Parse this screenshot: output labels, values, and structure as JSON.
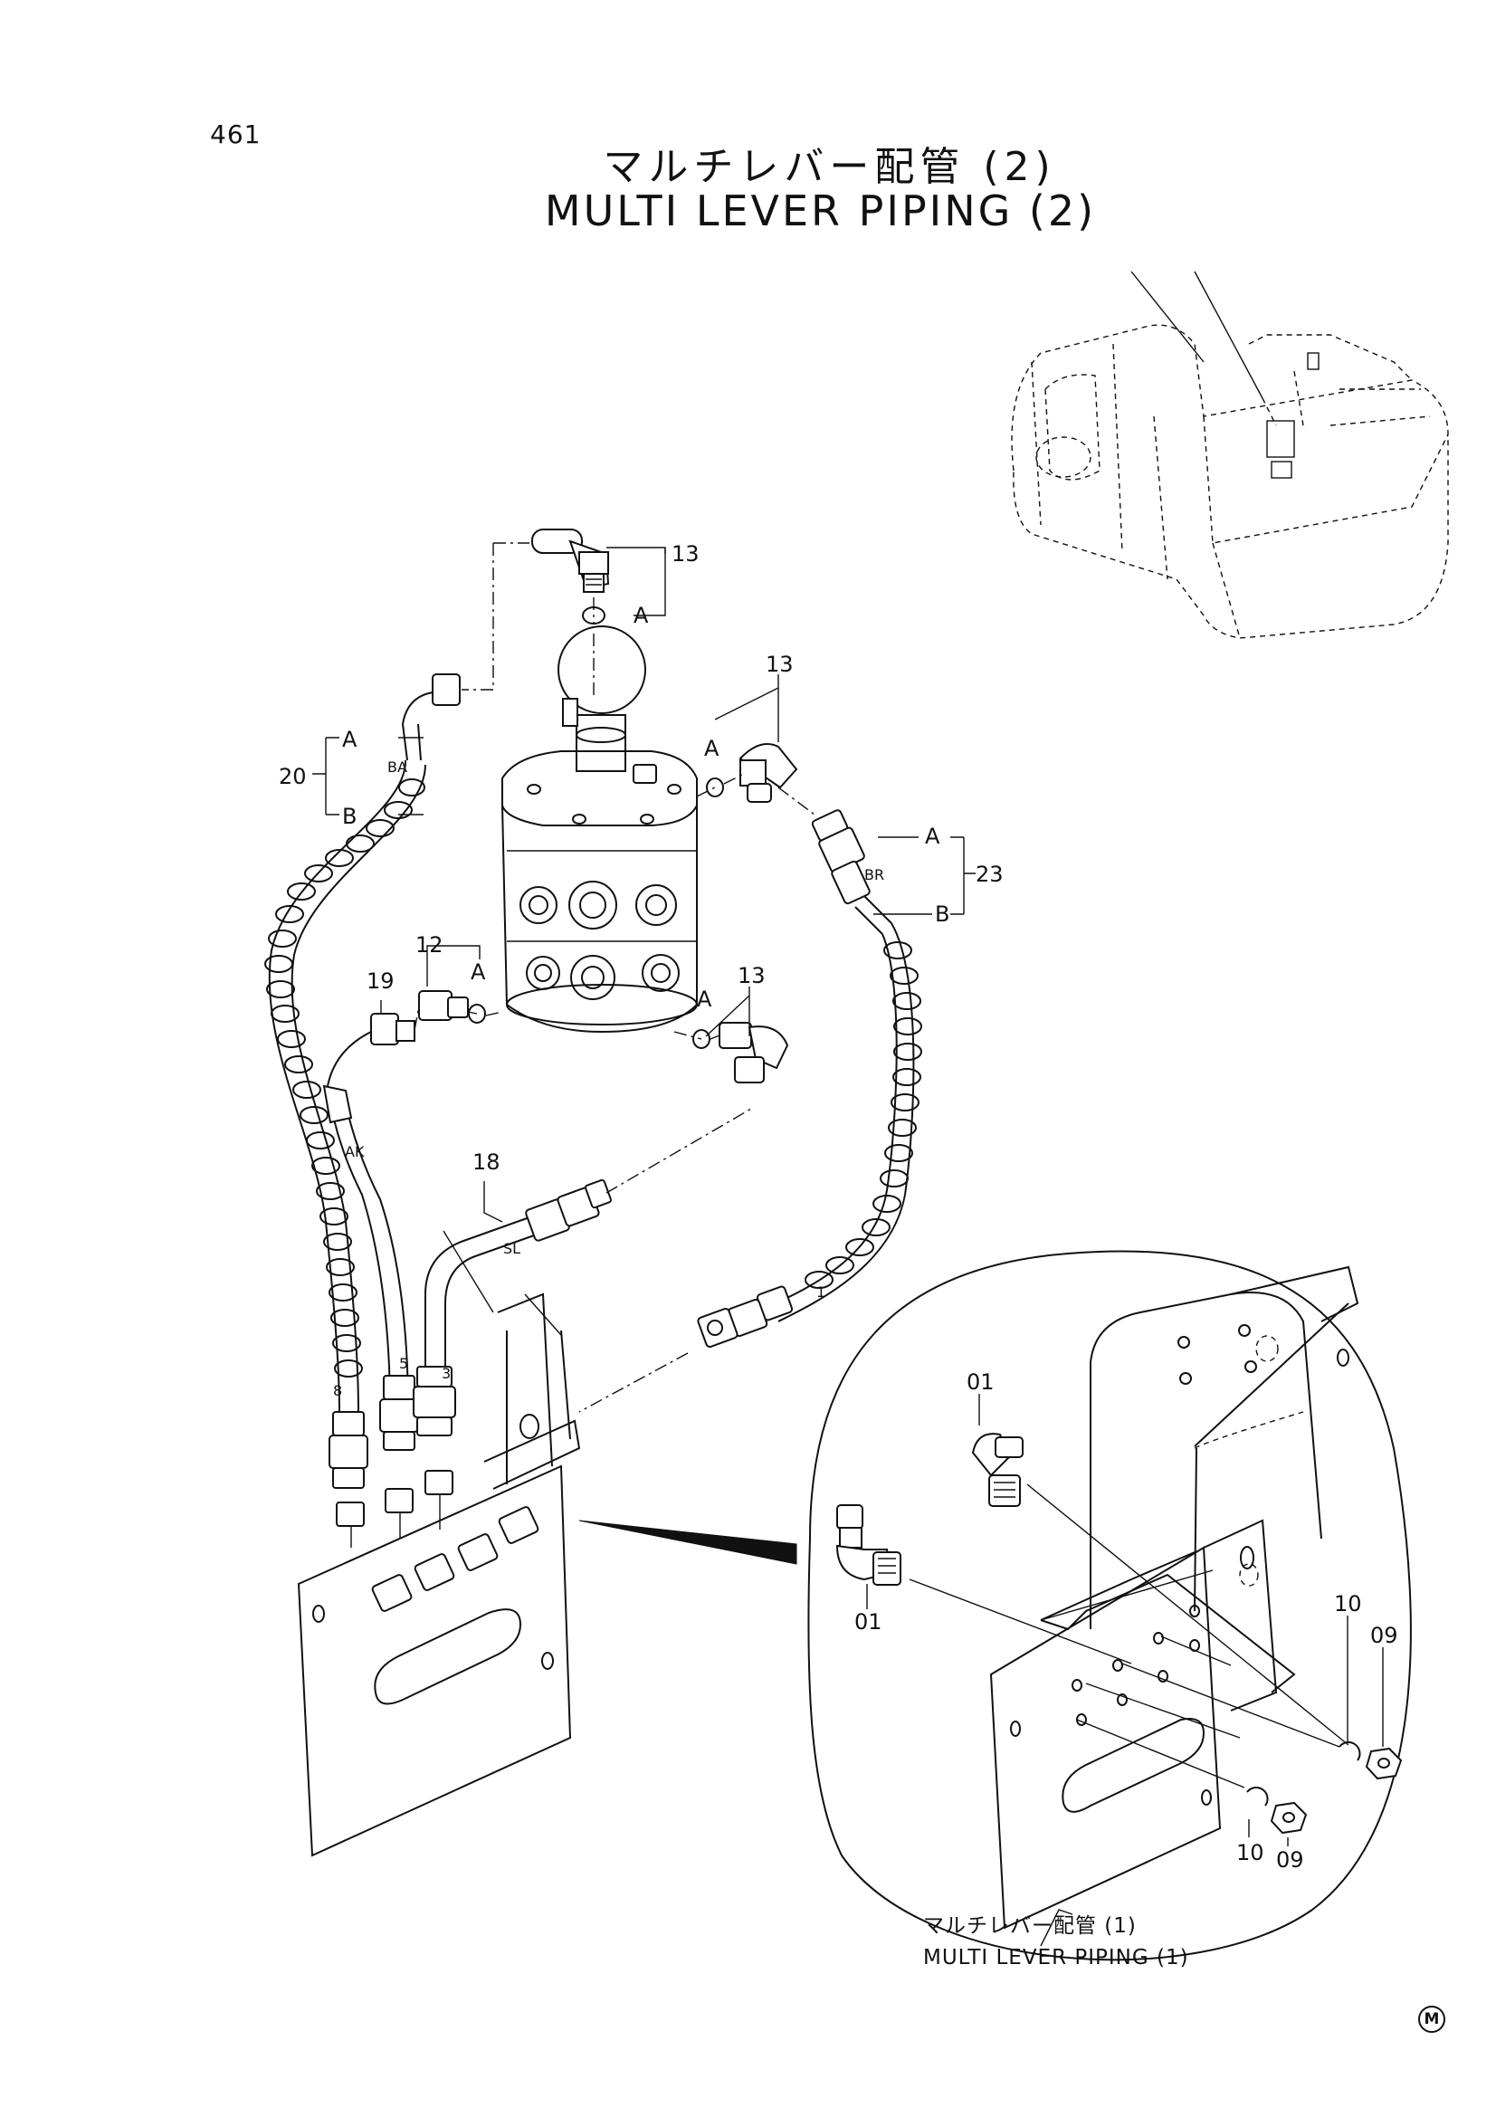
{
  "page": {
    "number": "461",
    "title_ja": "マルチレバー配管 (2)",
    "title_en": "MULTI LEVER PIPING (2)",
    "mark": "M"
  },
  "callouts": {
    "c13a": "13",
    "c13b": "13",
    "c13c": "13",
    "c12": "12",
    "c19": "19",
    "c18": "18",
    "c20": "20",
    "c23": "23",
    "c01a": "01",
    "c01b": "01",
    "c10a": "10",
    "c10b": "10",
    "c09a": "09",
    "c09b": "09"
  },
  "port_letters": {
    "a1": "A",
    "a2": "A",
    "a3": "A",
    "a4": "A",
    "a5": "A",
    "a6": "A",
    "b1": "B",
    "b2": "B"
  },
  "hose_marks": {
    "ba": "BA",
    "br": "BR",
    "ak": "AK",
    "sl": "SL",
    "n8": "8",
    "n5": "5",
    "n3": "3",
    "n1": "1"
  },
  "reference": {
    "ja": "マルチレバー配管 (1)",
    "en": "MULTI LEVER PIPING (1)"
  }
}
